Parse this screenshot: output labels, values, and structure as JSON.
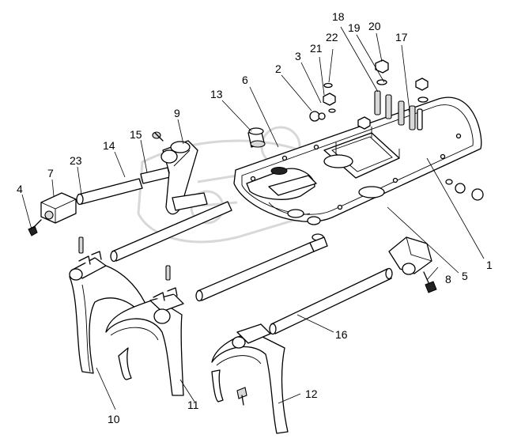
{
  "callouts": [
    {
      "id": "c1",
      "text": "1"
    },
    {
      "id": "c2",
      "text": "2"
    },
    {
      "id": "c3",
      "text": "3"
    },
    {
      "id": "c4",
      "text": "4"
    },
    {
      "id": "c5",
      "text": "5"
    },
    {
      "id": "c6",
      "text": "6"
    },
    {
      "id": "c7",
      "text": "7"
    },
    {
      "id": "c8",
      "text": "8"
    },
    {
      "id": "c9",
      "text": "9"
    },
    {
      "id": "c10",
      "text": "10"
    },
    {
      "id": "c11",
      "text": "11"
    },
    {
      "id": "c12",
      "text": "12"
    },
    {
      "id": "c13",
      "text": "13"
    },
    {
      "id": "c14",
      "text": "14"
    },
    {
      "id": "c15",
      "text": "15"
    },
    {
      "id": "c16",
      "text": "16"
    },
    {
      "id": "c17",
      "text": "17"
    },
    {
      "id": "c18",
      "text": "18"
    },
    {
      "id": "c19",
      "text": "19"
    },
    {
      "id": "c20",
      "text": "20"
    },
    {
      "id": "c21",
      "text": "21"
    },
    {
      "id": "c22",
      "text": "22"
    },
    {
      "id": "c23",
      "text": "23"
    }
  ]
}
